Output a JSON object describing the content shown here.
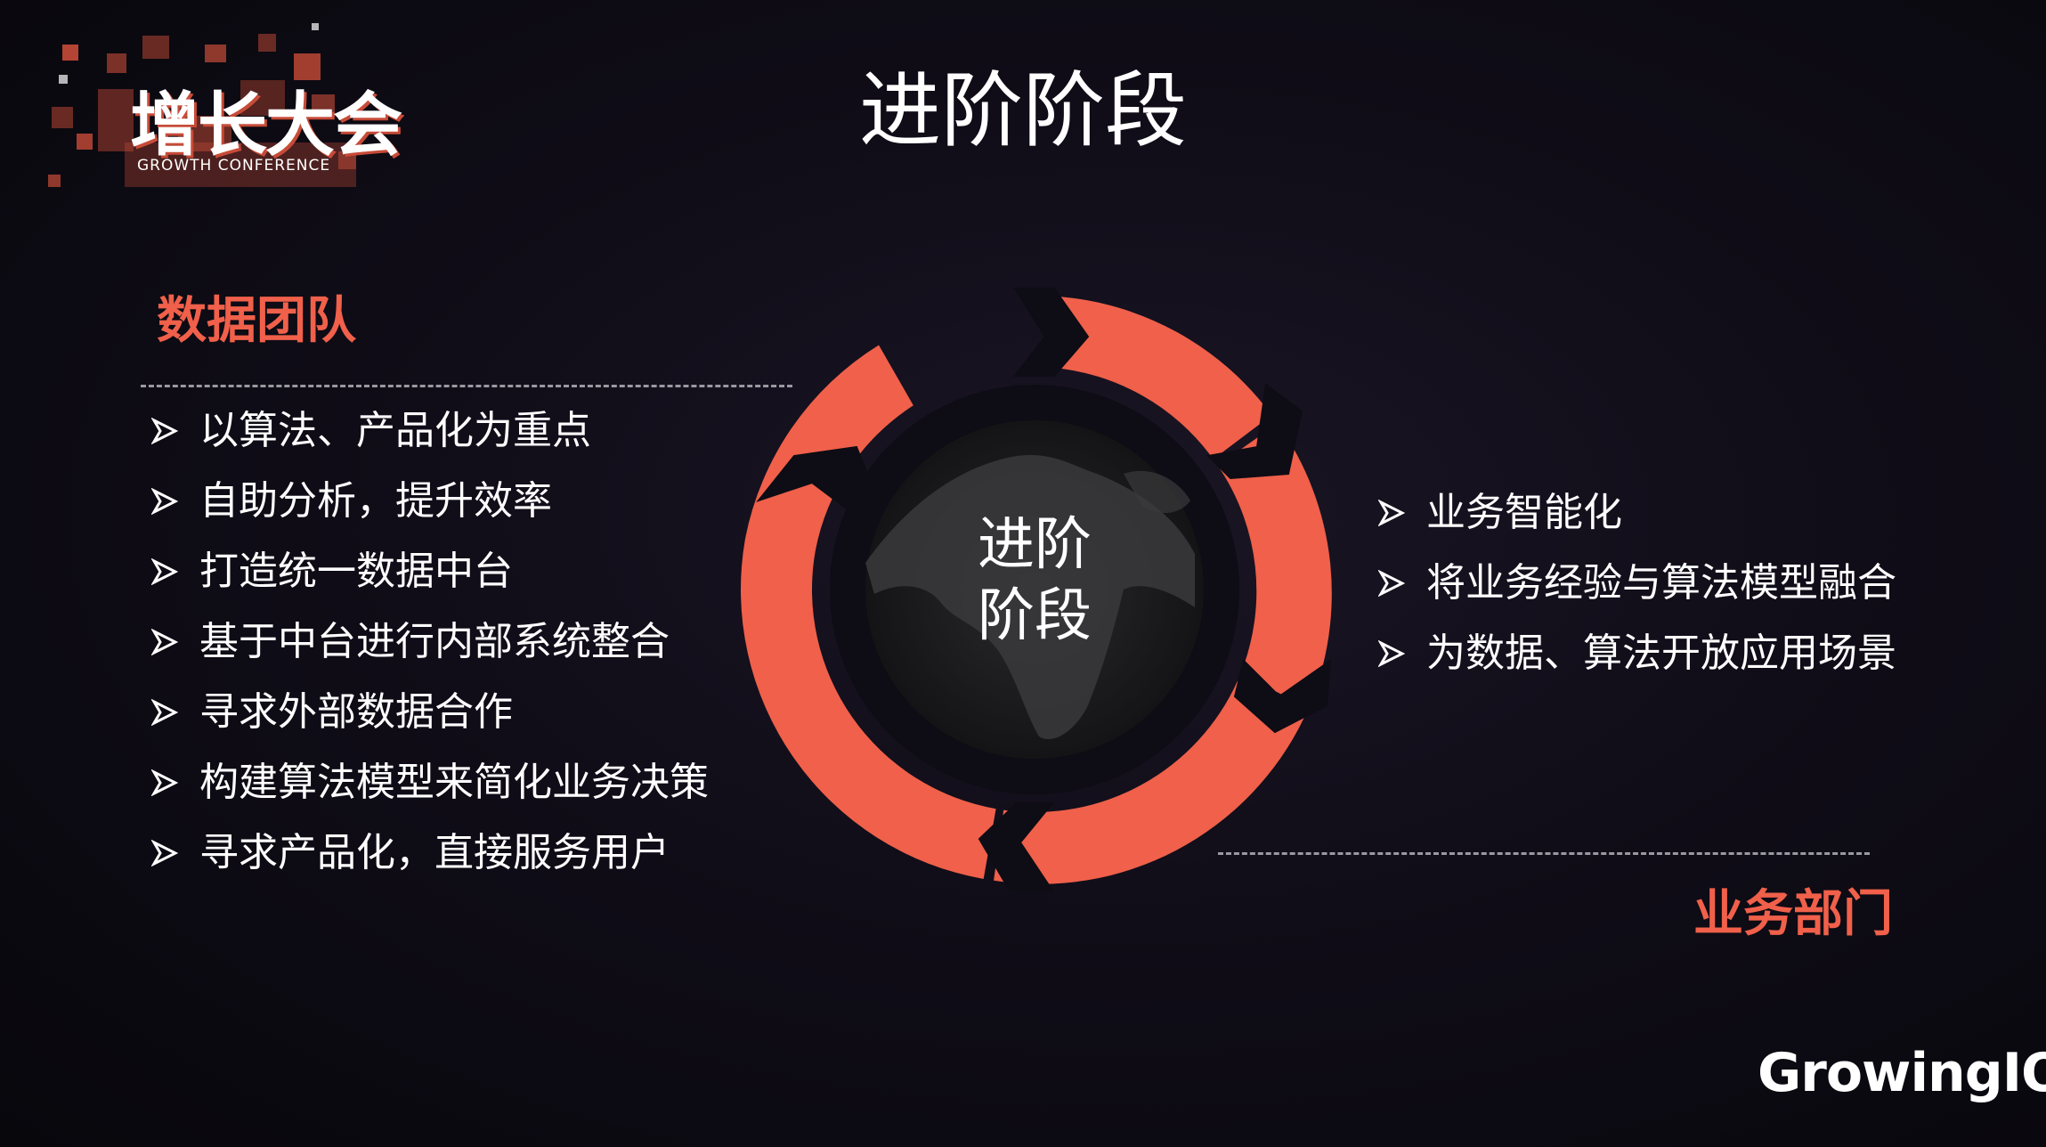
{
  "logo": {
    "title": "增长大会",
    "subtitle": "GROWTH CONFERENCE"
  },
  "page_title": "进阶阶段",
  "center_label": {
    "line1": "进阶",
    "line2": "阶段"
  },
  "left_section": {
    "heading": "数据团队",
    "items": [
      "以算法、产品化为重点",
      "自助分析，提升效率",
      "打造统一数据中台",
      "基于中台进行内部系统整合",
      "寻求外部数据合作",
      "构建算法模型来简化业务决策",
      "寻求产品化，直接服务用户"
    ]
  },
  "right_section": {
    "heading": "业务部门",
    "items": [
      "业务智能化",
      "将业务经验与算法模型融合",
      "为数据、算法开放应用场景"
    ]
  },
  "brand": "GrowingIO",
  "colors": {
    "accent": "#f0604a",
    "background": "#0c0a12",
    "text": "#ffffff"
  }
}
